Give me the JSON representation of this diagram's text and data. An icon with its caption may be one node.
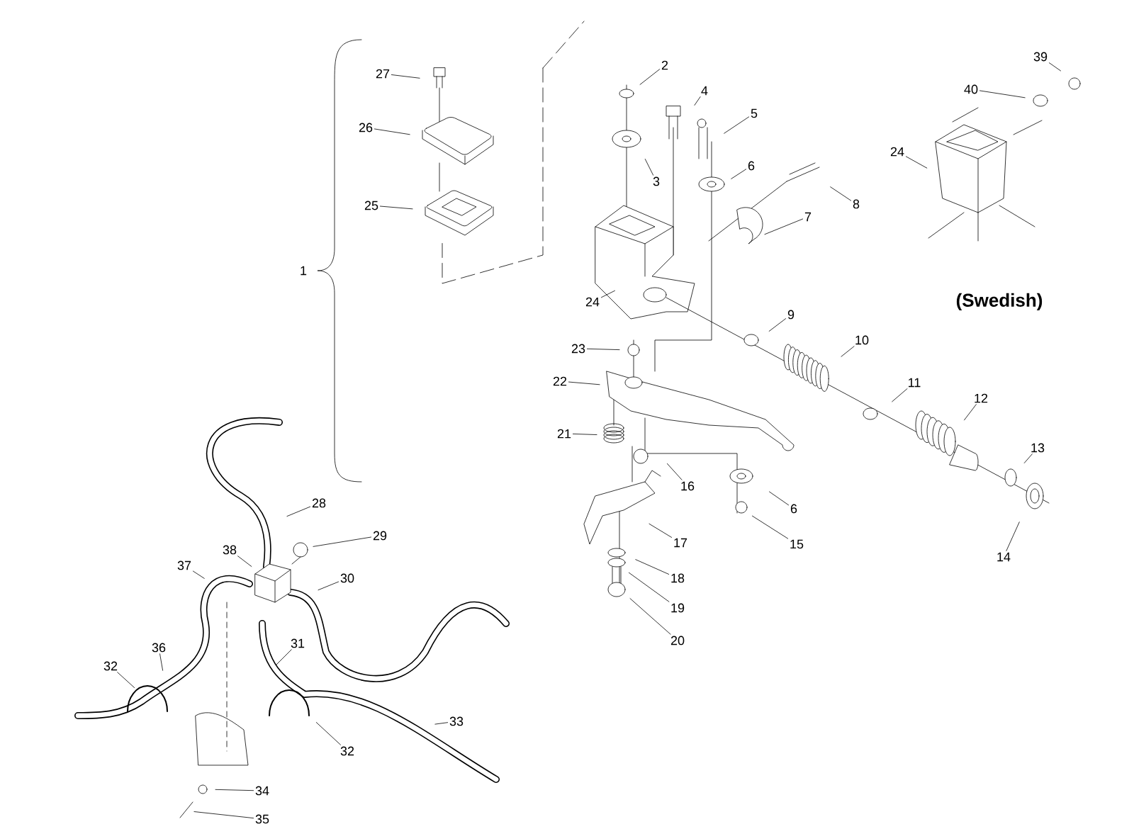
{
  "diagram": {
    "nodes": [
      {
        "text": [
          "27"
        ]
      },
      {
        "text": [
          "26"
        ]
      },
      {
        "text": [
          "25"
        ]
      },
      {
        "text": [
          "2"
        ]
      },
      {
        "text": [
          "4"
        ]
      },
      {
        "text": [
          "5"
        ]
      },
      {
        "text": [
          "3"
        ]
      },
      {
        "text": [
          "6"
        ]
      },
      {
        "text": [
          "8"
        ]
      },
      {
        "text": [
          "7"
        ]
      },
      {
        "text": [
          "39"
        ]
      },
      {
        "text": [
          "40"
        ]
      },
      {
        "text": [
          "24"
        ]
      },
      {
        "text": [
          "24"
        ]
      },
      {
        "text": [
          "9"
        ]
      },
      {
        "text": [
          "23"
        ]
      },
      {
        "text": [
          "10"
        ]
      },
      {
        "text": [
          "22"
        ]
      },
      {
        "text": [
          "11"
        ]
      },
      {
        "text": [
          "12"
        ]
      },
      {
        "text": [
          "21"
        ]
      },
      {
        "text": [
          "13"
        ]
      },
      {
        "text": [
          "16"
        ]
      },
      {
        "text": [
          "6"
        ]
      },
      {
        "text": [
          "15"
        ]
      },
      {
        "text": [
          "17"
        ]
      },
      {
        "text": [
          "14"
        ]
      },
      {
        "text": [
          "18"
        ]
      },
      {
        "text": [
          "19"
        ]
      },
      {
        "text": [
          "20"
        ]
      },
      {
        "text": [
          "28"
        ]
      },
      {
        "text": [
          "29"
        ]
      },
      {
        "text": [
          "38"
        ]
      },
      {
        "text": [
          "37"
        ]
      },
      {
        "text": [
          "30"
        ]
      },
      {
        "text": [
          "31"
        ]
      },
      {
        "text": [
          "36"
        ]
      },
      {
        "text": [
          "32"
        ]
      },
      {
        "text": [
          "33"
        ]
      },
      {
        "text": [
          "32"
        ]
      },
      {
        "text": [
          "34"
        ]
      },
      {
        "text": [
          "35"
        ]
      }
    ],
    "edges": [
      {
        "from": 0,
        "to": null,
        "arrow": "none"
      },
      {
        "from": 1,
        "to": null,
        "arrow": "none"
      },
      {
        "from": 2,
        "to": null,
        "arrow": "none"
      },
      {
        "from": 3,
        "to": null,
        "arrow": "none"
      },
      {
        "from": 4,
        "to": null,
        "arrow": "none"
      },
      {
        "from": 5,
        "to": null,
        "arrow": "none"
      },
      {
        "from": 6,
        "to": null,
        "arrow": "none"
      },
      {
        "from": 7,
        "to": null,
        "arrow": "none"
      },
      {
        "from": 8,
        "to": null,
        "arrow": "none"
      },
      {
        "from": 9,
        "to": null,
        "arrow": "none"
      },
      {
        "from": 10,
        "to": null,
        "arrow": "none"
      },
      {
        "from": 11,
        "to": null,
        "arrow": "none"
      },
      {
        "from": 12,
        "to": null,
        "arrow": "none"
      },
      {
        "from": 13,
        "to": null,
        "arrow": "none"
      },
      {
        "from": 14,
        "to": null,
        "arrow": "none"
      },
      {
        "from": 15,
        "to": null,
        "arrow": "none"
      },
      {
        "from": 16,
        "to": null,
        "arrow": "none"
      },
      {
        "from": 17,
        "to": null,
        "arrow": "none"
      },
      {
        "from": 18,
        "to": null,
        "arrow": "none"
      },
      {
        "from": 19,
        "to": null,
        "arrow": "none"
      },
      {
        "from": 20,
        "to": null,
        "arrow": "none"
      },
      {
        "from": 21,
        "to": null,
        "arrow": "none"
      },
      {
        "from": 22,
        "to": null,
        "arrow": "none"
      },
      {
        "from": 23,
        "to": null,
        "arrow": "none"
      },
      {
        "from": 24,
        "to": null,
        "arrow": "none"
      },
      {
        "from": 25,
        "to": null,
        "arrow": "none"
      },
      {
        "from": 26,
        "to": null,
        "arrow": "none"
      },
      {
        "from": 27,
        "to": null,
        "arrow": "none"
      },
      {
        "from": 28,
        "to": null,
        "arrow": "none"
      },
      {
        "from": 29,
        "to": null,
        "arrow": "none"
      },
      {
        "from": 30,
        "to": null,
        "arrow": "none"
      },
      {
        "from": 31,
        "to": null,
        "arrow": "none"
      },
      {
        "from": 32,
        "to": null,
        "arrow": "none"
      },
      {
        "from": 33,
        "to": null,
        "arrow": "none"
      },
      {
        "from": 34,
        "to": null,
        "arrow": "none"
      },
      {
        "from": 35,
        "to": null,
        "arrow": "none"
      },
      {
        "from": 36,
        "to": null,
        "arrow": "none"
      },
      {
        "from": 37,
        "to": null,
        "arrow": "none"
      },
      {
        "from": 38,
        "to": null,
        "arrow": "none"
      },
      {
        "from": 39,
        "to": null,
        "arrow": "none"
      },
      {
        "from": 40,
        "to": null,
        "arrow": "none"
      },
      {
        "from": 41,
        "to": null,
        "arrow": "none"
      }
    ],
    "labels": [
      "1",
      "(Swedish)"
    ]
  }
}
